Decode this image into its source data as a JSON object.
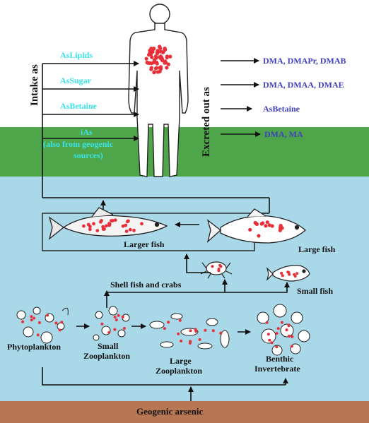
{
  "colors": {
    "sky": "#ffffff",
    "land": "#4fa64a",
    "water": "#a9d8e8",
    "sediment": "#b87754",
    "intake_text": "#39e3ea",
    "excreted_text": "#3f3fbf",
    "arsenic_dots": "#e8303a"
  },
  "intake": {
    "label": "Intake as",
    "items": [
      "AsLipids",
      "AsSugar",
      "AsBetaine",
      "iAs",
      "(also from geogenic",
      "sources)"
    ]
  },
  "excreted": {
    "label": "Excreted out as",
    "items": [
      "DMA, DMAPr, DMAB",
      "DMA, DMAA, DMAE",
      "AsBetaine",
      "DMA, MA"
    ]
  },
  "organisms": {
    "larger_fish": "Larger fish",
    "large_fish": "Large fish",
    "shellfish": "Shell fish and crabs",
    "small_fish": "Small fish",
    "phytoplankton": "Phytoplankton",
    "small_zoo_1": "Small",
    "small_zoo_2": "Zooplankton",
    "large_zoo_1": "Large",
    "large_zoo_2": "Zooplankton",
    "benthic_1": "Benthic",
    "benthic_2": "Invertebrate"
  },
  "source": {
    "label": "Geogenic arsenic"
  }
}
